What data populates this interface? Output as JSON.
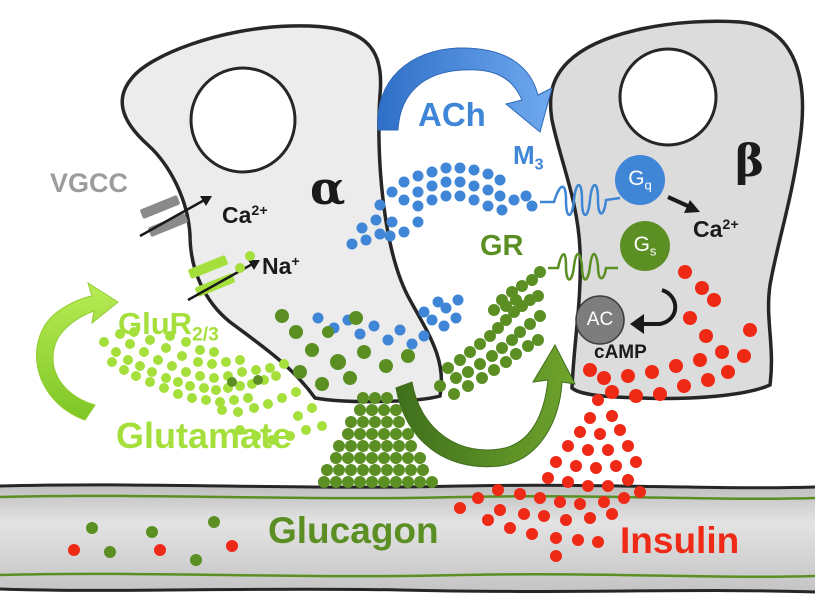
{
  "colors": {
    "cell_fill": "#ececec",
    "beta_fill": "#dcdcdc",
    "outline": "#262626",
    "blue": "#3f86d6",
    "dark_green": "#5b8f24",
    "light_green": "#a5df3c",
    "red": "#ee2a17",
    "grey_text": "#9c9c9c",
    "vessel": "#cfcfcf"
  },
  "labels": {
    "vgcc": "VGCC",
    "alpha": "α",
    "beta": "β",
    "ca_alpha": "Ca",
    "ca_alpha_sup": "2+",
    "na": "Na",
    "na_sup": "+",
    "ach": "ACh",
    "m3": "M",
    "m3_sub": "3",
    "gr": "GR",
    "glur": "GluR",
    "glur_sub": "2/3",
    "glutamate": "Glutamate",
    "glucagon": "Glucagon",
    "insulin": "Insulin",
    "gq": "G",
    "gq_sub": "q",
    "gs": "G",
    "gs_sub": "s",
    "ac": "AC",
    "camp": "cAMP",
    "ca_beta": "Ca",
    "ca_beta_sup": "2+"
  }
}
